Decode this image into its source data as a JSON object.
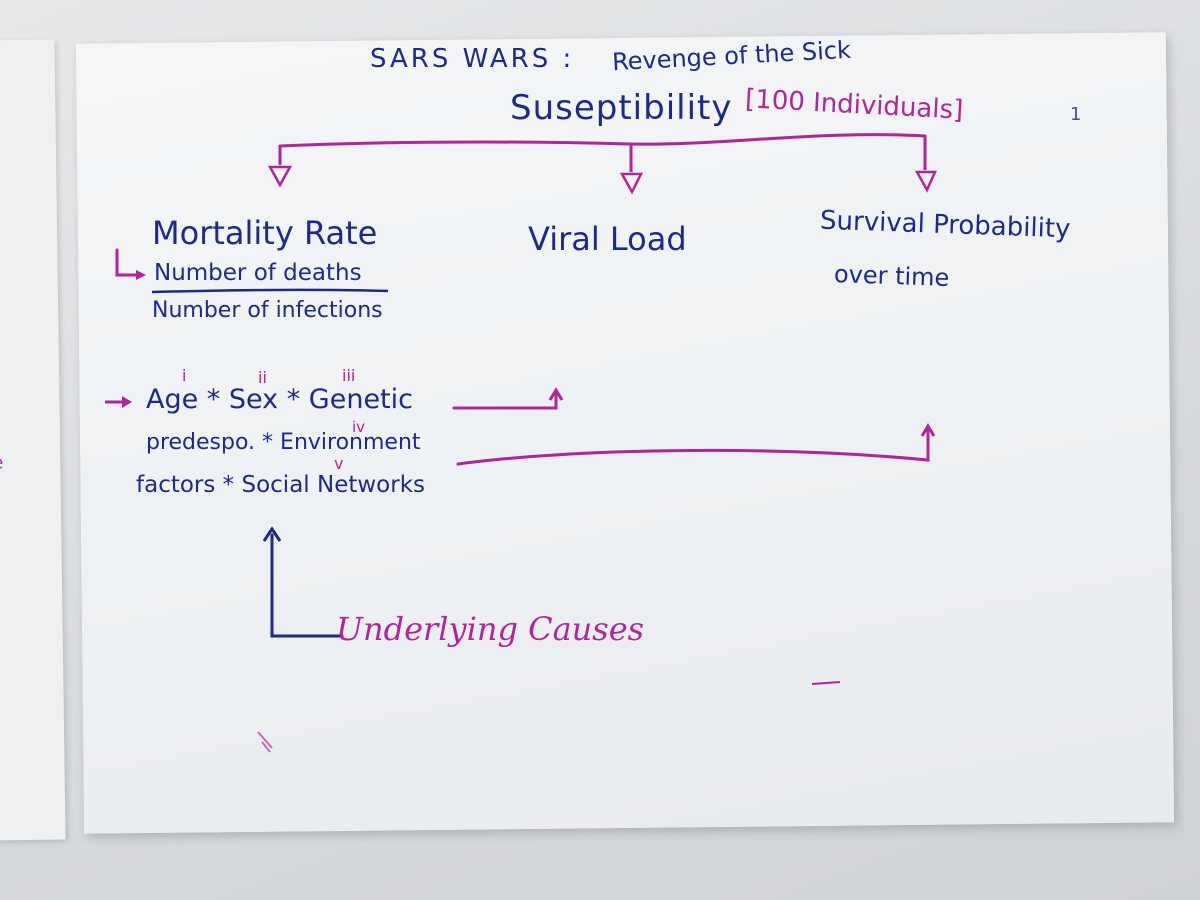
{
  "colors": {
    "blue_ink": "#1d2a8c",
    "pink_ink": "#b0259b",
    "paper": "#f1f3f5"
  },
  "title": {
    "prefix": "SARS WARS :",
    "subtitle": "Revenge of the Sick"
  },
  "page_number": "1",
  "header": {
    "label": "Suseptibility",
    "bracket": "[100 Individuals]"
  },
  "branches": {
    "mortality": "Mortality Rate",
    "viral": "Viral Load",
    "survival_line1": "Survival Probability",
    "survival_line2": "over time"
  },
  "fraction": {
    "numerator": "Number of deaths",
    "denominator": "Number of infections"
  },
  "factors": {
    "line1": "Age * Sex * Genetic",
    "line2": "predespo. * Environment",
    "line3": "factors * Social Networks",
    "numerals": [
      "i",
      "ii",
      "iii",
      "iv",
      "v"
    ]
  },
  "causes": "Underlying Causes",
  "left_sheet_mark": "e"
}
